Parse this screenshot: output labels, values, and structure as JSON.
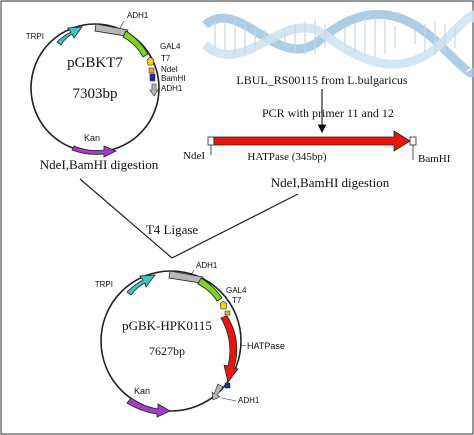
{
  "plasmid1": {
    "name": "pGBKT7",
    "size": "7303bp",
    "labels": {
      "adh1_top": "ADH1",
      "trpi": "TRPI",
      "gal4": "GAL4",
      "t7": "T7",
      "ndei": "NdeI",
      "bamhi": "BamHI",
      "adh1_bottom": "ADH1",
      "kan": "Kan"
    },
    "digestion": "NdeI,BamHI digestion"
  },
  "insert": {
    "gene": "LBUL_RS00115 from L.bulgaricus",
    "pcr": "PCR with primer 11 and 12",
    "left_site": "NdeI",
    "fragment": "HATPase (345bp)",
    "right_site": "BamHI",
    "digestion": "NdeI,BamHI digestion"
  },
  "ligation": "T4 Ligase",
  "plasmid2": {
    "name": "pGBK-HPK0115",
    "size": "7627bp",
    "labels": {
      "adh1_top": "ADH1",
      "trpi": "TRPI",
      "gal4": "GAL4",
      "t7": "T7",
      "hatpase": "HATPase",
      "adh1_bottom": "ADH1",
      "kan": "Kan"
    }
  },
  "colors": {
    "trpi": "#3fc7c7",
    "kan": "#a23fc4",
    "adh1": "#b8b8b8",
    "gal4": "#7ed321",
    "t7": "#f2d21c",
    "hatpase": "#e8160c",
    "ndei_site": "#f5a623",
    "bamhi_site": "#1c2e9c",
    "dna": "#9fc4df"
  }
}
